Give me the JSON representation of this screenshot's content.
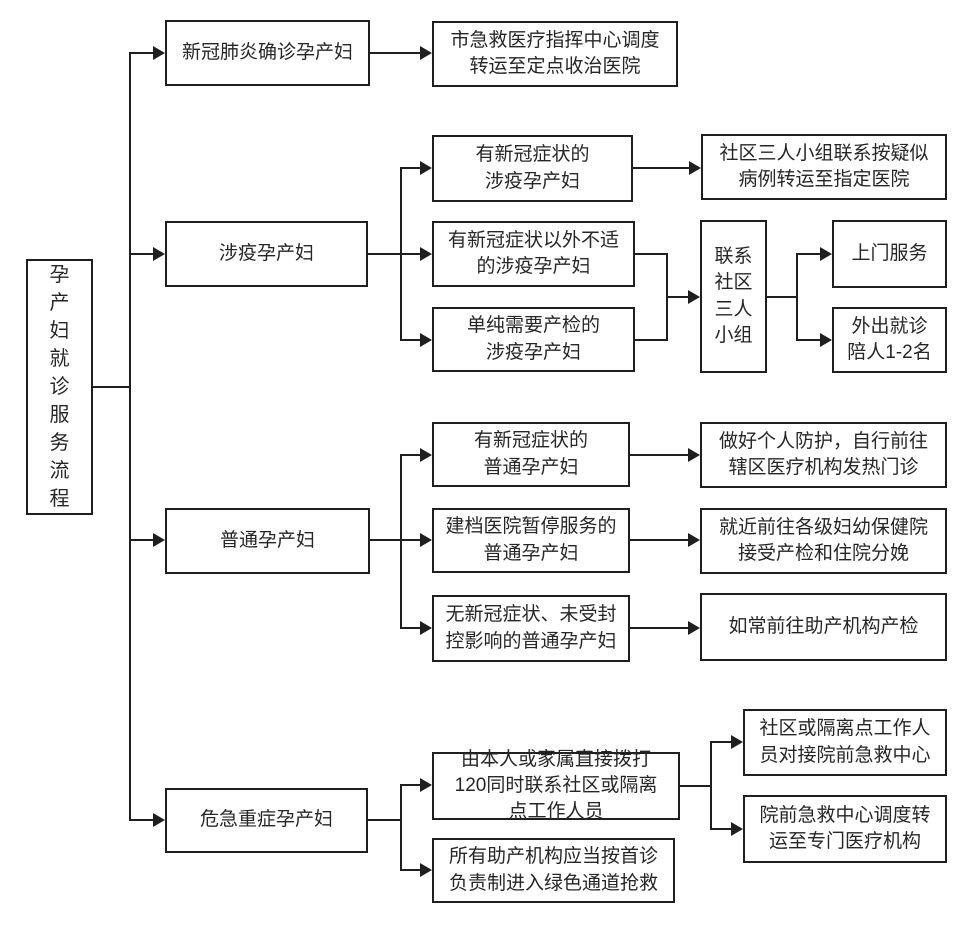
{
  "diagram": {
    "title": "孕产妇就诊服务流程",
    "colors": {
      "line": "#1f1f1f",
      "background": "#ffffff",
      "text": "#262626"
    },
    "nodes": {
      "root": {
        "text": "孕\n产\n妇\n就\n诊\n服\n务\n流\n程"
      },
      "covid_confirmed": {
        "text": "新冠肺炎确诊孕产妇"
      },
      "dispatch": {
        "text": "市急救医疗指挥中心调度\n转运至定点收治医院"
      },
      "epidemic": {
        "text": "涉疫孕产妇"
      },
      "epi_symptoms": {
        "text": "有新冠症状的\n涉疫孕产妇"
      },
      "triad_transfer": {
        "text": "社区三人小组联系按疑似\n病例转运至指定医院"
      },
      "epi_discomfort": {
        "text": "有新冠症状以外不适\n的涉疫孕产妇"
      },
      "epi_checkup": {
        "text": "单纯需要产检的\n涉疫孕产妇"
      },
      "contact_triad": {
        "text": "联系\n社区\n三人\n小组"
      },
      "door_service": {
        "text": "上门服务"
      },
      "escort": {
        "text": "外出就诊\n陪人1-2名"
      },
      "ordinary": {
        "text": "普通孕产妇"
      },
      "ord_symptoms": {
        "text": "有新冠症状的\n普通孕产妇"
      },
      "fever_clinic": {
        "text": "做好个人防护，自行前往\n辖区医疗机构发热门诊"
      },
      "ord_suspended": {
        "text": "建档医院暂停服务的\n普通孕产妇"
      },
      "mch": {
        "text": "就近前往各级妇幼保健院\n接受产检和住院分娩"
      },
      "ord_normal": {
        "text": "无新冠症状、未受封\n控影响的普通孕产妇"
      },
      "usual": {
        "text": "如常前往助产机构产检"
      },
      "critical": {
        "text": "危急重症孕产妇"
      },
      "call120": {
        "text": "由本人或家属直接拨打\n120同时联系社区或隔离\n点工作人员"
      },
      "staff_ems": {
        "text": "社区或隔离点工作人\n员对接院前急救中心"
      },
      "ems_transfer": {
        "text": "院前急救中心调度转\n运至专门医疗机构"
      },
      "green_channel": {
        "text": "所有助产机构应当按首诊\n负责制进入绿色通道抢救"
      }
    },
    "edges": [
      [
        "root",
        "covid_confirmed"
      ],
      [
        "root",
        "epidemic"
      ],
      [
        "root",
        "ordinary"
      ],
      [
        "root",
        "critical"
      ],
      [
        "covid_confirmed",
        "dispatch"
      ],
      [
        "epidemic",
        "epi_symptoms"
      ],
      [
        "epidemic",
        "epi_discomfort"
      ],
      [
        "epidemic",
        "epi_checkup"
      ],
      [
        "epi_symptoms",
        "triad_transfer"
      ],
      [
        "epi_discomfort",
        "contact_triad"
      ],
      [
        "epi_checkup",
        "contact_triad"
      ],
      [
        "contact_triad",
        "door_service"
      ],
      [
        "contact_triad",
        "escort"
      ],
      [
        "ordinary",
        "ord_symptoms"
      ],
      [
        "ordinary",
        "ord_suspended"
      ],
      [
        "ordinary",
        "ord_normal"
      ],
      [
        "ord_symptoms",
        "fever_clinic"
      ],
      [
        "ord_suspended",
        "mch"
      ],
      [
        "ord_normal",
        "usual"
      ],
      [
        "critical",
        "call120"
      ],
      [
        "critical",
        "green_channel"
      ],
      [
        "call120",
        "staff_ems"
      ],
      [
        "call120",
        "ems_transfer"
      ]
    ]
  }
}
